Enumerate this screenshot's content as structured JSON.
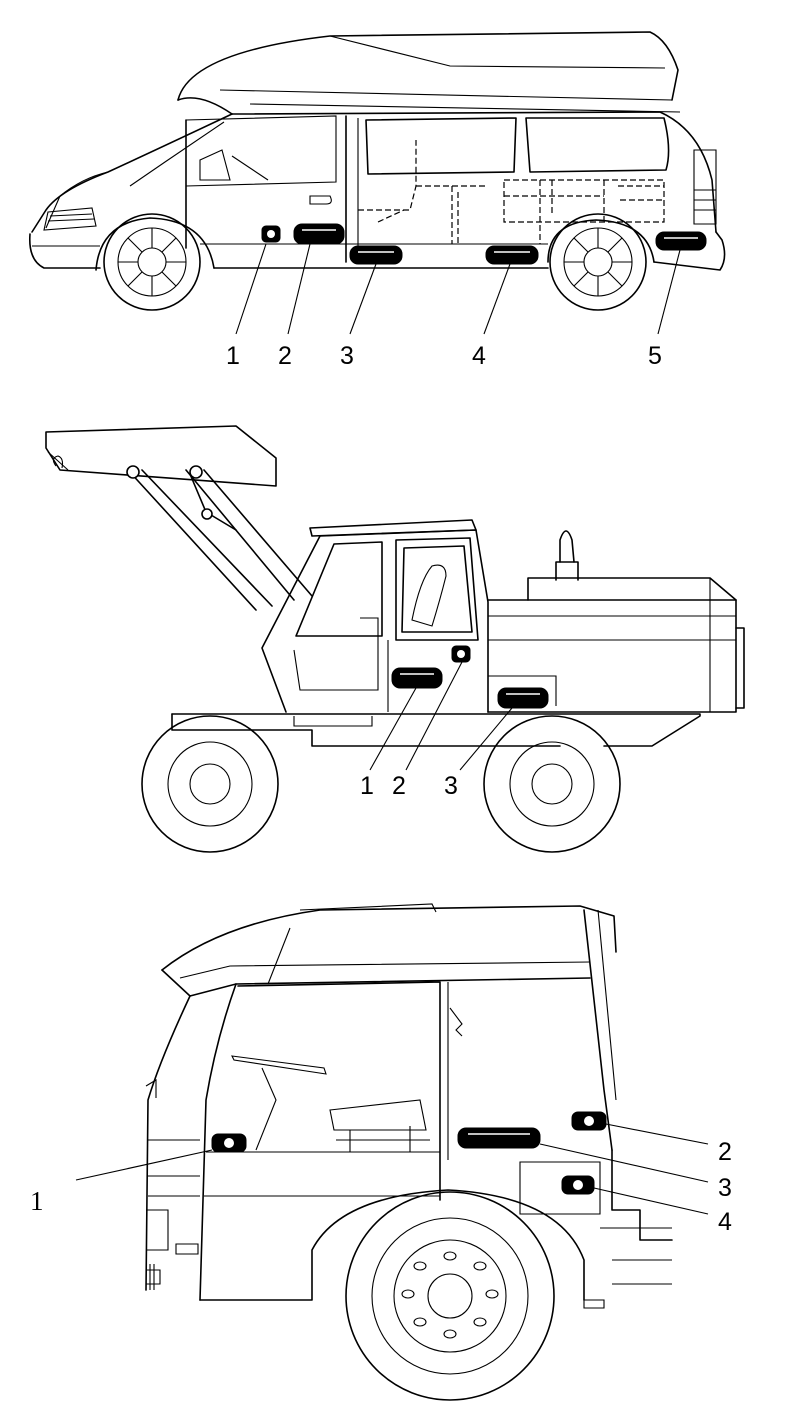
{
  "diagrams": [
    {
      "callouts": [
        "1",
        "2",
        "3",
        "4",
        "5"
      ]
    },
    {
      "callouts": [
        "1",
        "2",
        "3"
      ]
    },
    {
      "callouts": [
        "1",
        "2",
        "3",
        "4"
      ]
    }
  ]
}
